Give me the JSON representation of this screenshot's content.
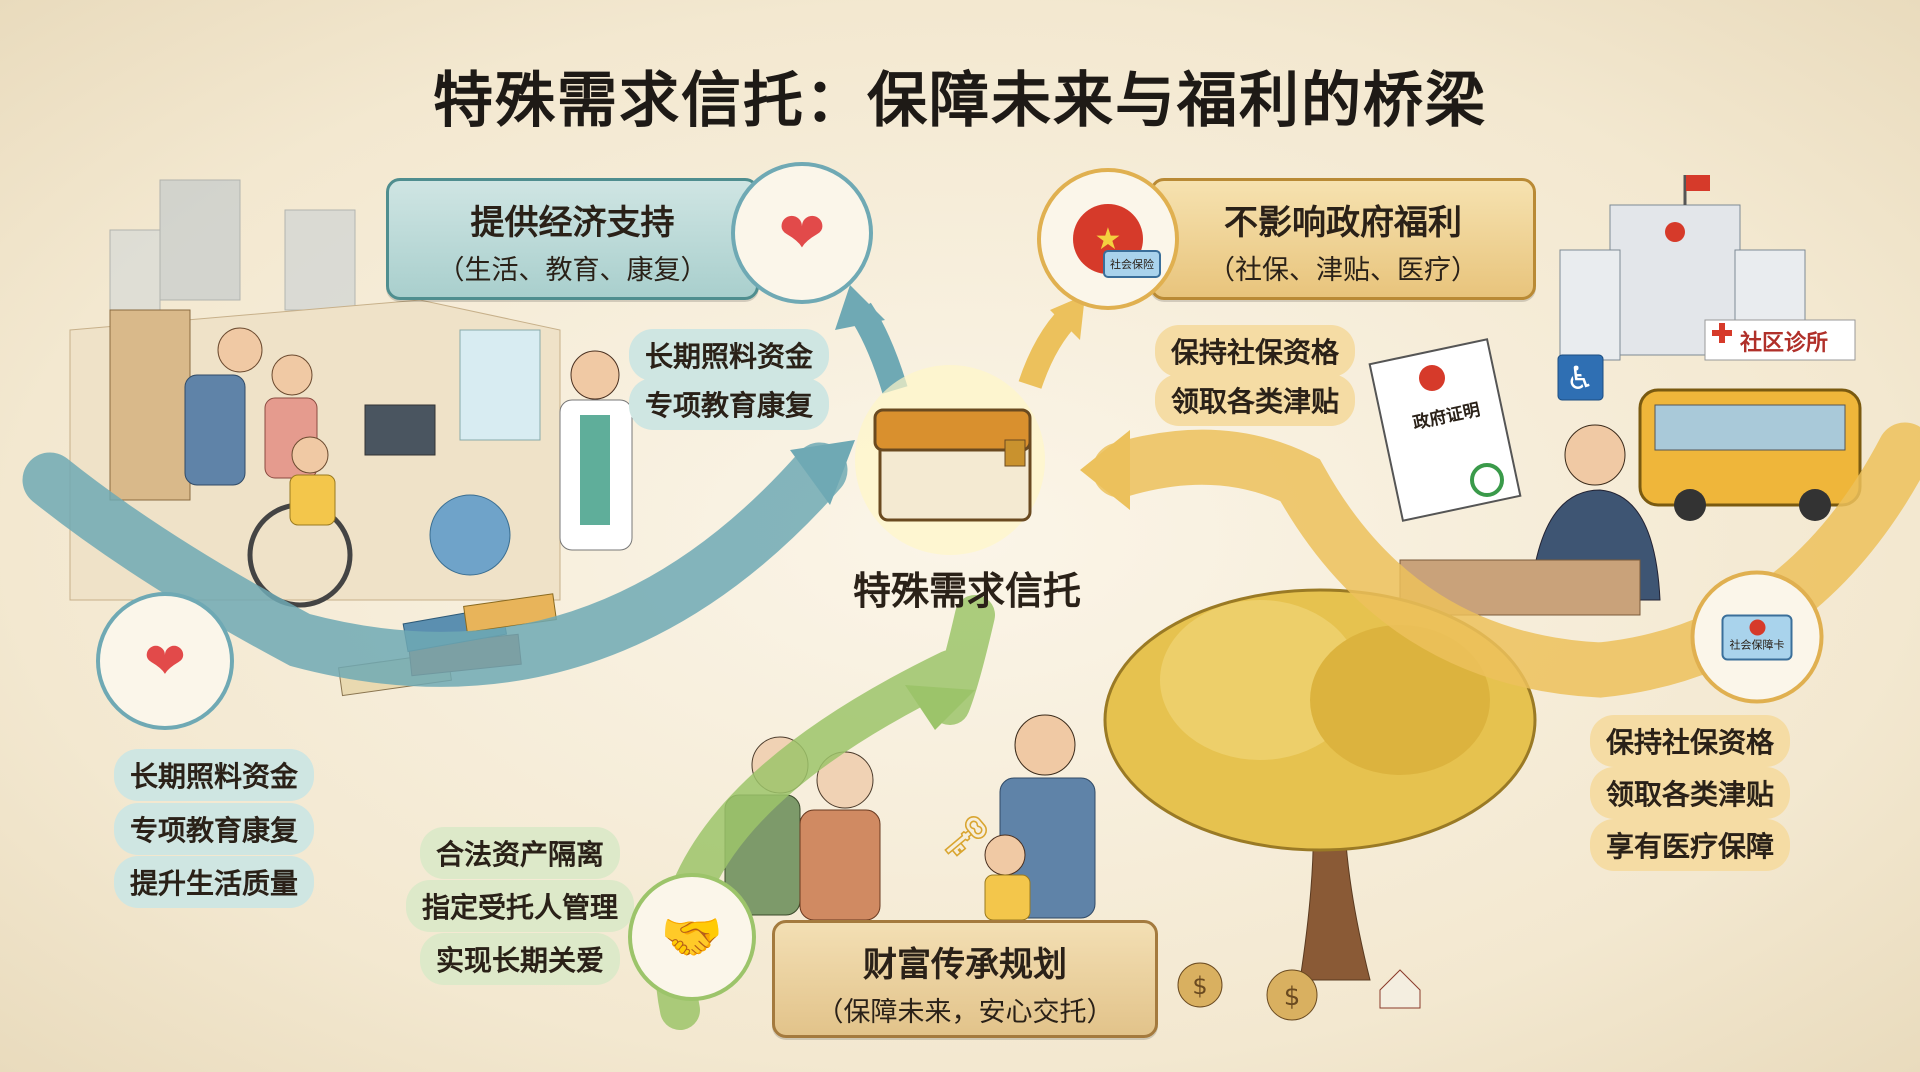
{
  "title": "特殊需求信托：保障未来与福利的桥梁",
  "center": {
    "label": "特殊需求信托",
    "icon": "book-icon"
  },
  "financial_support": {
    "heading": "提供经济支持",
    "sub": "（生活、教育、康复）",
    "icon": "heart-hand-icon",
    "pills": [
      "长期照料资金",
      "专项教育康复"
    ]
  },
  "government_benefits": {
    "heading": "不影响政府福利",
    "sub": "（社保、津贴、医疗）",
    "icon": "national-emblem-icon",
    "card_label": "社会保险",
    "pills": [
      "保持社保资格",
      "领取各类津贴"
    ],
    "document_label": "政府证明",
    "clinic_sign": "社区诊所"
  },
  "left_list": {
    "icon": "heart-hand-icon",
    "items": [
      "长期照料资金",
      "专项教育康复",
      "提升生活质量"
    ]
  },
  "middle_list": {
    "icon": "handshake-icon",
    "items": [
      "合法资产隔离",
      "指定受托人管理",
      "实现长期关爱"
    ]
  },
  "right_list": {
    "icon": "social-security-card-icon",
    "card_label": "社会保障卡",
    "items": [
      "保持社保资格",
      "领取各类津贴",
      "享有医疗保障"
    ]
  },
  "wealth": {
    "heading": "财富传承规划",
    "sub": "（保障未来，安心交托）"
  },
  "colors": {
    "blue_arrow": "#6fa9b4",
    "gold_arrow": "#ecc15c",
    "green_arrow": "#9cc46a",
    "background": "#f3ead7"
  }
}
